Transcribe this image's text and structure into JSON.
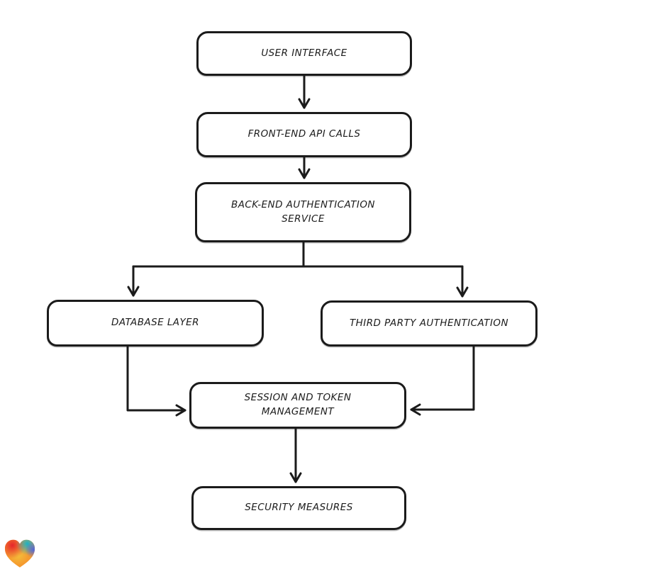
{
  "canvas": {
    "background": "#ffffff",
    "stroke_color": "#1b1b1b",
    "node_fill": "#ffffff"
  },
  "nodes": [
    {
      "id": "user-interface",
      "lines": [
        "USER INTERFACE"
      ]
    },
    {
      "id": "frontend-api-calls",
      "lines": [
        "FRONT-END API CALLS"
      ]
    },
    {
      "id": "backend-auth-service",
      "lines": [
        "BACK-END AUTHENTICATION",
        "SERVICE"
      ]
    },
    {
      "id": "database-layer",
      "lines": [
        "DATABASE LAYER"
      ]
    },
    {
      "id": "third-party-auth",
      "lines": [
        "THIRD PARTY AUTHENTICATION"
      ]
    },
    {
      "id": "session-token-management",
      "lines": [
        "SESSION AND TOKEN",
        "MANAGEMENT"
      ]
    },
    {
      "id": "security-measures",
      "lines": [
        "SECURITY MEASURES"
      ]
    }
  ],
  "edges": [
    {
      "from": "user-interface",
      "to": "frontend-api-calls"
    },
    {
      "from": "frontend-api-calls",
      "to": "backend-auth-service"
    },
    {
      "from": "backend-auth-service",
      "to": "database-layer"
    },
    {
      "from": "backend-auth-service",
      "to": "third-party-auth"
    },
    {
      "from": "database-layer",
      "to": "session-token-management"
    },
    {
      "from": "third-party-auth",
      "to": "session-token-management"
    },
    {
      "from": "session-token-management",
      "to": "security-measures"
    }
  ],
  "logo": {
    "shape": "heart",
    "colors": {
      "red": "#e6262c",
      "cyan": "#1bb2c6",
      "blue": "#4a63e0",
      "orange": "#f59a2e",
      "yellow": "#f4c43d"
    }
  }
}
